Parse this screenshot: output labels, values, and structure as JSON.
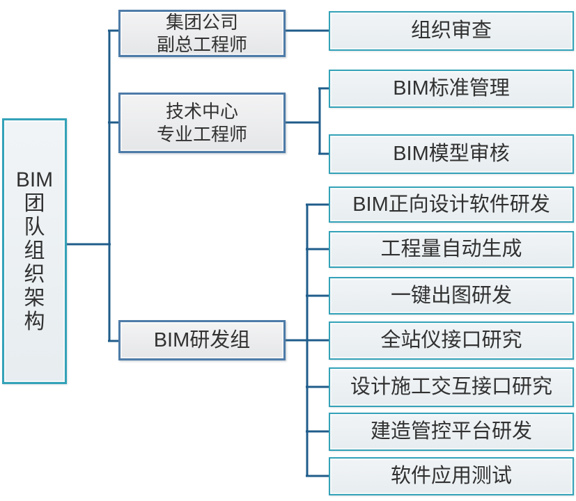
{
  "title": "BIM团队组织架构",
  "colors": {
    "connector": "#1f5c8b",
    "teal_border": "#33a2b8",
    "steel_border": "#4d7ba8",
    "text": "#313131"
  },
  "root": {
    "label": "BIM\n团\n队\n组\n织\n架\n构"
  },
  "branches": {
    "group_deputy_chief_engineer": {
      "label": "集团公司\n副总工程师"
    },
    "tech_center_engineer": {
      "label": "技术中心\n专业工程师"
    },
    "bim_rd_group": {
      "label": "BIM研发组"
    }
  },
  "leaves": {
    "org_review": {
      "label": "组织审查"
    },
    "bim_standard_mgmt": {
      "label": "BIM标准管理"
    },
    "bim_model_review": {
      "label": "BIM模型审核"
    },
    "bim_forward_design_rd": {
      "label": "BIM正向设计软件研发"
    },
    "quantity_auto_generation": {
      "label": "工程量自动生成"
    },
    "one_key_drawing_rd": {
      "label": "一键出图研发"
    },
    "total_station_interface": {
      "label": "全站仪接口研究"
    },
    "design_construction_interface": {
      "label": "设计施工交互接口研究"
    },
    "construction_mgmt_platform_rd": {
      "label": "建造管控平台研发"
    },
    "software_application_testing": {
      "label": "软件应用测试"
    }
  }
}
